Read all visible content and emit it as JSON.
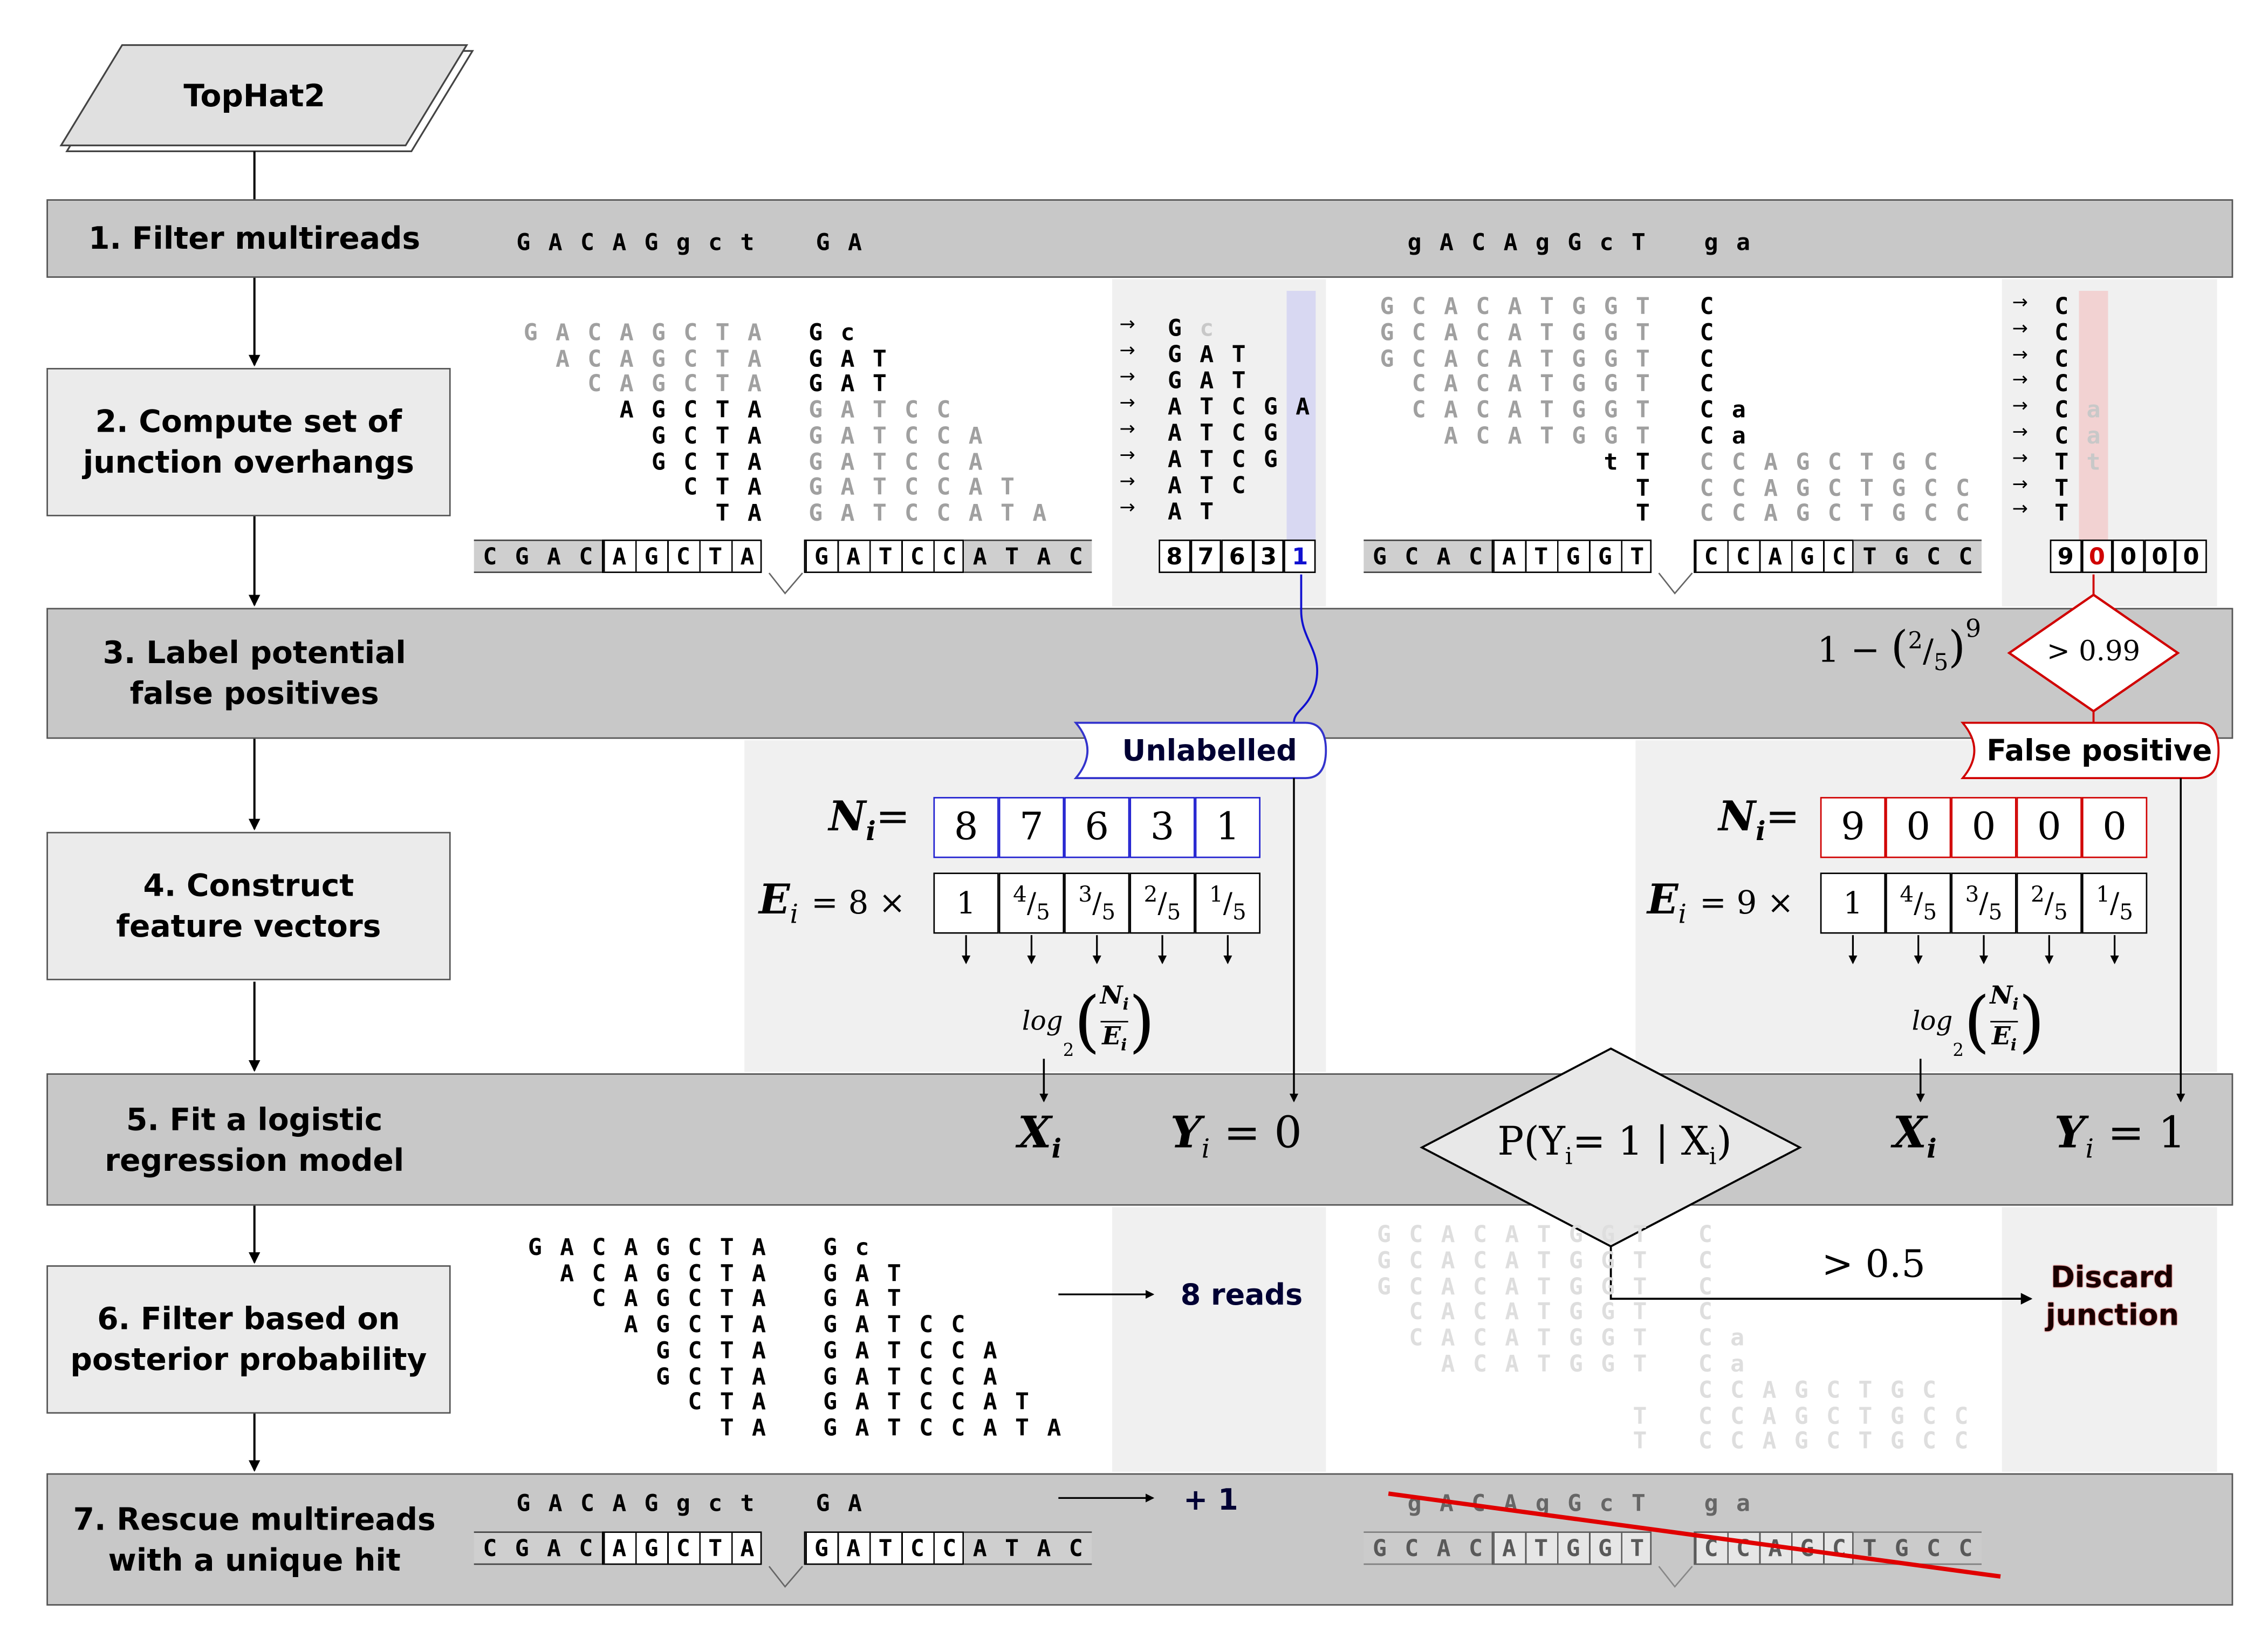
{
  "title": "TopHat2",
  "steps": [
    {
      "lines": [
        "1. Filter multireads"
      ]
    },
    {
      "lines": [
        "2. Compute set of",
        "junction overhangs"
      ]
    },
    {
      "lines": [
        "3. Label potential",
        "false positives"
      ]
    },
    {
      "lines": [
        "4. Construct",
        "feature vectors"
      ]
    },
    {
      "lines": [
        "5. Fit a logistic",
        "regression model"
      ]
    },
    {
      "lines": [
        "6. Filter based on",
        "posterior probability"
      ]
    },
    {
      "lines": [
        "7. Rescue multireads",
        "with a unique hit"
      ]
    }
  ],
  "multiread": {
    "hit_a": {
      "left": "GACAGgct",
      "right": "GA"
    },
    "hit_b": {
      "left": "gACAgGcT",
      "right": "ga"
    }
  },
  "junction_a": {
    "reads": [
      {
        "left": "GACAGCTA",
        "left_color": "gray",
        "right": "Gc",
        "right_color": "black"
      },
      {
        "left": "ACAGCTA",
        "left_color": "gray",
        "right": "GAT",
        "right_color": "black"
      },
      {
        "left": "CAGCTA",
        "left_color": "gray",
        "right": "GAT",
        "right_color": "black"
      },
      {
        "left": "AGCTA",
        "left_color": "black",
        "right": "GATCC",
        "right_color": "gray"
      },
      {
        "left": "GCTA",
        "left_color": "black",
        "right": "GATCCA",
        "right_color": "gray"
      },
      {
        "left": "GCTA",
        "left_color": "black",
        "right": "GATCCA",
        "right_color": "gray"
      },
      {
        "left": "CTA",
        "left_color": "black",
        "right": "GATCCAT",
        "right_color": "gray"
      },
      {
        "left": "TA",
        "left_color": "black",
        "right": "GATCCATA",
        "right_color": "gray"
      }
    ],
    "reference": {
      "left_flank": "CGAC",
      "left_exon": "AGCTA",
      "right_exon": "GATCC",
      "right_flank": "ATAC"
    },
    "overhangs": [
      {
        "solid": "G",
        "faint": "c"
      },
      {
        "solid": "GAT",
        "faint": ""
      },
      {
        "solid": "GAT",
        "faint": ""
      },
      {
        "solid": "ATCGA",
        "faint": ""
      },
      {
        "solid": "ATCG",
        "faint": ""
      },
      {
        "solid": "ATCG",
        "faint": ""
      },
      {
        "solid": "ATC",
        "faint": ""
      },
      {
        "solid": "AT",
        "faint": ""
      }
    ],
    "counts": [
      "8",
      "7",
      "6",
      "3",
      "1"
    ],
    "highlight_color": "#d8d8f2",
    "accent": "#1010d0"
  },
  "junction_b": {
    "reads": [
      {
        "left": "GCACATGGT",
        "left_color": "gray",
        "right": "C",
        "right_color": "black"
      },
      {
        "left": "GCACATGGT",
        "left_color": "gray",
        "right": "C",
        "right_color": "black"
      },
      {
        "left": "GCACATGGT",
        "left_color": "gray",
        "right": "C",
        "right_color": "black"
      },
      {
        "left": "CACATGGT",
        "left_color": "gray",
        "right": "C",
        "right_color": "black"
      },
      {
        "left": "CACATGGT",
        "left_color": "gray",
        "right": "Ca",
        "right_color": "black"
      },
      {
        "left": "ACATGGT",
        "left_color": "gray",
        "right": "Ca",
        "right_color": "black"
      },
      {
        "left": "tT",
        "left_color": "black",
        "right": "CCAGCTGC",
        "right_color": "gray"
      },
      {
        "left": "T",
        "left_color": "black",
        "right": "CCAGCTGCC",
        "right_color": "gray"
      },
      {
        "left": "T",
        "left_color": "black",
        "right": "CCAGCTGCC",
        "right_color": "gray"
      }
    ],
    "reference": {
      "left_flank": "GCAC",
      "left_exon": "ATGGT",
      "right_exon": "CCAGC",
      "right_flank": "TGCC"
    },
    "overhangs": [
      {
        "solid": "C",
        "faint": ""
      },
      {
        "solid": "C",
        "faint": ""
      },
      {
        "solid": "C",
        "faint": ""
      },
      {
        "solid": "C",
        "faint": ""
      },
      {
        "solid": "C",
        "faint": "a"
      },
      {
        "solid": "C",
        "faint": "a"
      },
      {
        "solid": "T",
        "faint": "t"
      },
      {
        "solid": "T",
        "faint": ""
      },
      {
        "solid": "T",
        "faint": ""
      }
    ],
    "counts": [
      "9",
      "0",
      "0",
      "0",
      "0"
    ],
    "highlight_color": "#f2d2d2",
    "accent": "#d00000"
  },
  "labeling": {
    "formula_prefix": "1 −",
    "formula_num": "2",
    "formula_den": "5",
    "formula_exp": "9",
    "threshold": "> 0.99",
    "unlabelled": "Unlabelled",
    "false_positive": "False positive"
  },
  "features": {
    "n_label": "N",
    "e_label": "E",
    "sub": "i",
    "left": {
      "multiplier": "= 8 ×",
      "n_values": [
        "8",
        "7",
        "6",
        "3",
        "1"
      ]
    },
    "right": {
      "multiplier": "= 9 ×",
      "n_values": [
        "9",
        "0",
        "0",
        "0",
        "0"
      ]
    },
    "e_fractions": [
      {
        "whole": "1"
      },
      {
        "num": "4",
        "den": "5"
      },
      {
        "num": "3",
        "den": "5"
      },
      {
        "num": "2",
        "den": "5"
      },
      {
        "num": "1",
        "den": "5"
      }
    ],
    "log_label": "log",
    "log_base": "2"
  },
  "model": {
    "x_label": "X",
    "y_label": "Y",
    "y0": "= 0",
    "y1": "= 1",
    "posterior": "P(Y",
    "posterior_mid": "= 1 | X",
    "posterior_end": ")"
  },
  "filter": {
    "reads_count": "8 reads",
    "threshold": "> 0.5",
    "discard_line1": "Discard",
    "discard_line2": "junction"
  },
  "rescue": {
    "increment": "+ 1"
  }
}
